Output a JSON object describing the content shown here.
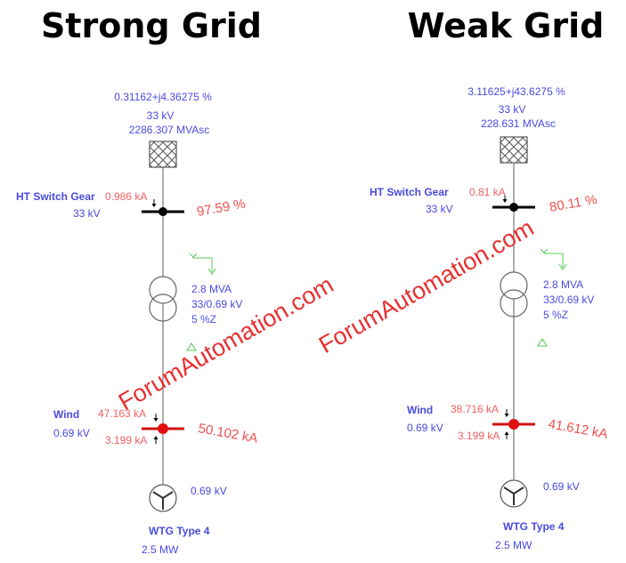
{
  "watermark": "ForumAutomation.com",
  "colors": {
    "label": "#4a4ae0",
    "fault": "#f05050",
    "bus_fault": "#e01010",
    "phase_marker": "#5c5"
  },
  "diagrams": [
    {
      "title": "Strong Grid",
      "grid_impedance": "0.31162+j4.36275 %",
      "grid_kv": "33 kV",
      "grid_mvasc": "2286.307 MVAsc",
      "ht_bus_name": "HT Switch Gear",
      "ht_bus_kv": "33 kV",
      "ht_current": "0.986 kA",
      "ht_voltage_pct": "97.59 %",
      "tx_mva": "2.8 MVA",
      "tx_ratio": "33/0.69 kV",
      "tx_z": "5 %Z",
      "lv_bus_name": "Wind",
      "lv_bus_kv": "0.69 kV",
      "lv_current_grid": "47.163 kA",
      "lv_current_wtg": "3.199 kA",
      "lv_fault_total": "50.102 kA",
      "gen_kv": "0.69 kV",
      "gen_name": "WTG Type 4",
      "gen_mw": "2.5 MW"
    },
    {
      "title": "Weak Grid",
      "grid_impedance": "3.11625+j43.6275 %",
      "grid_kv": "33 kV",
      "grid_mvasc": "228.631 MVAsc",
      "ht_bus_name": "HT Switch Gear",
      "ht_bus_kv": "33 kV",
      "ht_current": "0.81 kA",
      "ht_voltage_pct": "80.11 %",
      "tx_mva": "2.8 MVA",
      "tx_ratio": "33/0.69 kV",
      "tx_z": "5 %Z",
      "lv_bus_name": "Wind",
      "lv_bus_kv": "0.69 kV",
      "lv_current_grid": "38.716 kA",
      "lv_current_wtg": "3.199 kA",
      "lv_fault_total": "41.612 kA",
      "gen_kv": "0.69 kV",
      "gen_name": "WTG Type 4",
      "gen_mw": "2.5 MW"
    }
  ]
}
